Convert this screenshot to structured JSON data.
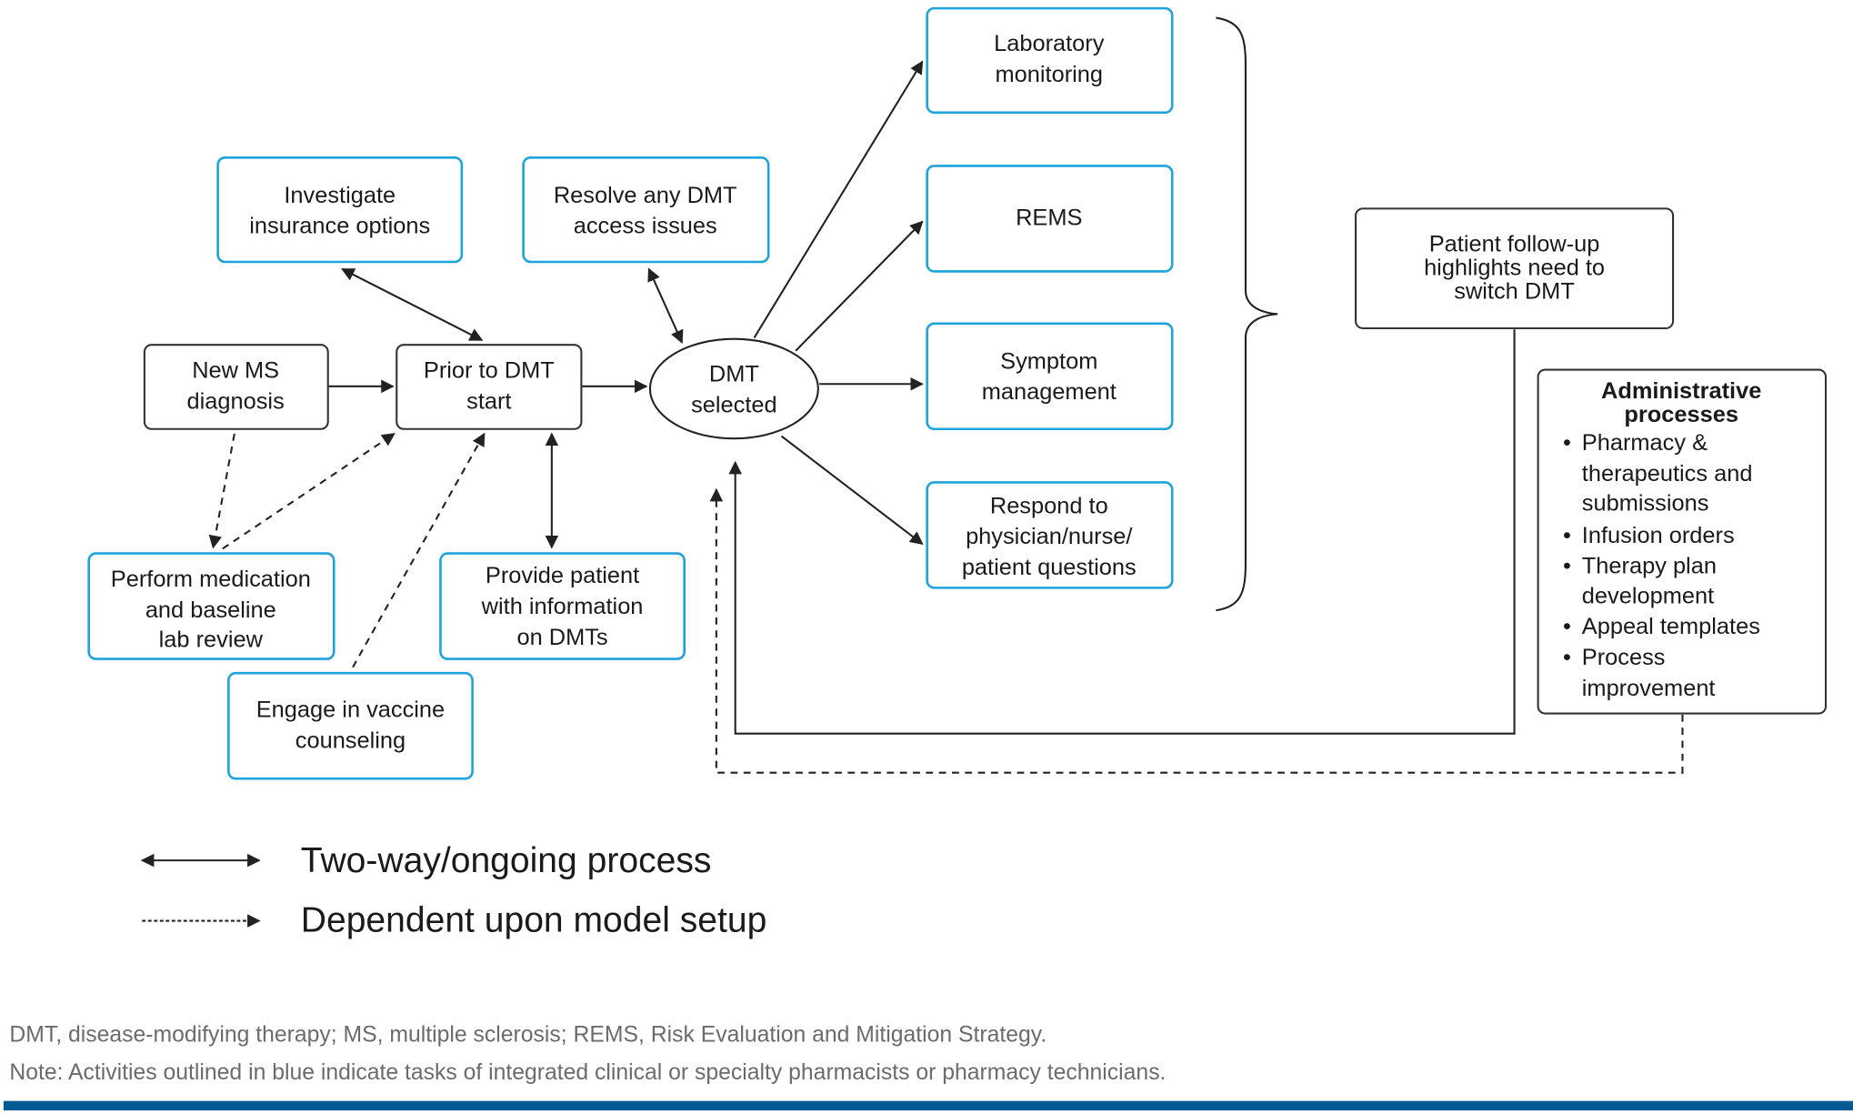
{
  "colors": {
    "activity_outline": "#1ea3dc",
    "process_outline": "#333333",
    "footer_bar": "#005b94",
    "footnote_text": "#6b6b6b"
  },
  "nodes": {
    "new_ms": {
      "lines": [
        "New MS",
        "diagnosis"
      ],
      "outline": "black"
    },
    "prior_dmt": {
      "lines": [
        "Prior to DMT",
        "start"
      ],
      "outline": "black"
    },
    "dmt_selected": {
      "lines": [
        "DMT",
        "selected"
      ],
      "shape": "ellipse"
    },
    "insurance": {
      "lines": [
        "Investigate",
        "insurance options"
      ],
      "outline": "blue"
    },
    "access": {
      "lines": [
        "Resolve any DMT",
        "access issues"
      ],
      "outline": "blue"
    },
    "med_review": {
      "lines": [
        "Perform medication",
        "and baseline",
        "lab review"
      ],
      "outline": "blue"
    },
    "vaccine": {
      "lines": [
        "Engage in vaccine",
        "counseling"
      ],
      "outline": "blue"
    },
    "patient_info": {
      "lines": [
        "Provide patient",
        "with information",
        "on DMTs"
      ],
      "outline": "blue"
    },
    "lab_monitoring": {
      "lines": [
        "Laboratory",
        "monitoring"
      ],
      "outline": "blue"
    },
    "rems": {
      "lines": [
        "REMS"
      ],
      "outline": "blue"
    },
    "symptom": {
      "lines": [
        "Symptom",
        "management"
      ],
      "outline": "blue"
    },
    "respond": {
      "lines": [
        "Respond to",
        "physician/nurse/",
        "patient questions"
      ],
      "outline": "blue"
    },
    "follow_up": {
      "lines": [
        "Patient follow-up",
        "highlights need to",
        "switch DMT"
      ],
      "outline": "black"
    },
    "admin": {
      "title_lines": [
        "Administrative",
        "processes"
      ],
      "bullets": [
        [
          "Pharmacy &",
          "therapeutics and",
          "submissions"
        ],
        [
          "Infusion orders"
        ],
        [
          "Therapy plan",
          "development"
        ],
        [
          "Appeal templates"
        ],
        [
          "Process",
          "improvement"
        ]
      ],
      "outline": "black"
    }
  },
  "edges": [
    {
      "from": "new_ms",
      "to": "prior_dmt",
      "type": "solid-arrow"
    },
    {
      "from": "prior_dmt",
      "to": "dmt_selected",
      "type": "solid-arrow"
    },
    {
      "from": "insurance",
      "to": "prior_dmt",
      "type": "two-way"
    },
    {
      "from": "access",
      "to": "dmt_selected",
      "type": "two-way"
    },
    {
      "from": "patient_info",
      "to": "prior_dmt",
      "type": "two-way"
    },
    {
      "from": "new_ms",
      "to": "med_review",
      "type": "dashed-arrow"
    },
    {
      "from": "med_review",
      "to": "prior_dmt",
      "type": "dashed-arrow"
    },
    {
      "from": "vaccine",
      "to": "prior_dmt",
      "type": "dashed-arrow"
    },
    {
      "from": "dmt_selected",
      "to": "lab_monitoring",
      "type": "solid-arrow"
    },
    {
      "from": "dmt_selected",
      "to": "rems",
      "type": "solid-arrow"
    },
    {
      "from": "dmt_selected",
      "to": "symptom",
      "type": "solid-arrow"
    },
    {
      "from": "dmt_selected",
      "to": "respond",
      "type": "solid-arrow"
    },
    {
      "from": "follow_up",
      "to": "dmt_selected",
      "type": "solid-arrow"
    },
    {
      "from": "admin",
      "to": "dmt_selected",
      "type": "dashed-arrow"
    }
  ],
  "legend": {
    "two_way": "Two-way/ongoing process",
    "dependent": "Dependent upon model setup"
  },
  "footnotes": {
    "abbreviations": "DMT, disease-modifying therapy; MS, multiple sclerosis; REMS, Risk Evaluation and Mitigation Strategy.",
    "note": "Note: Activities outlined in blue indicate tasks of integrated clinical or specialty pharmacists or pharmacy technicians."
  }
}
